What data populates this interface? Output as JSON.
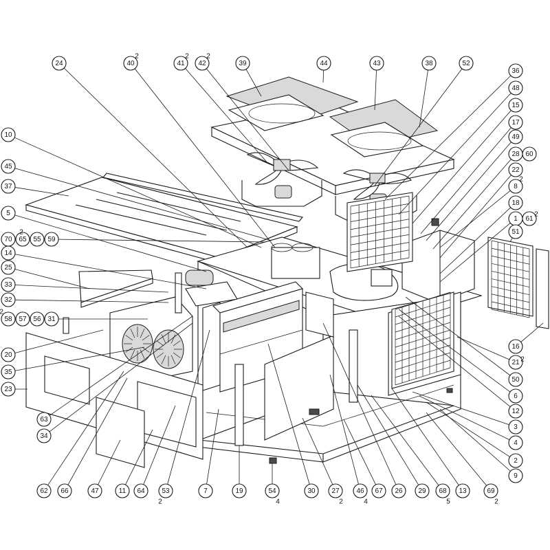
{
  "callouts": [
    {
      "id": "24"
    },
    {
      "id": "40",
      "sup": "2"
    },
    {
      "id": "41",
      "sup": "2"
    },
    {
      "id": "42",
      "sup": "2"
    },
    {
      "id": "39"
    },
    {
      "id": "44"
    },
    {
      "id": "43"
    },
    {
      "id": "38"
    },
    {
      "id": "52"
    },
    {
      "id": "36"
    },
    {
      "id": "48"
    },
    {
      "id": "15"
    },
    {
      "id": "17"
    },
    {
      "id": "49"
    },
    {
      "id": "28"
    },
    {
      "id": "60"
    },
    {
      "id": "22"
    },
    {
      "id": "8",
      "sup": "2"
    },
    {
      "id": "18"
    },
    {
      "id": "1"
    },
    {
      "id": "61",
      "sup": "2"
    },
    {
      "id": "51"
    },
    {
      "id": "10"
    },
    {
      "id": "45"
    },
    {
      "id": "37"
    },
    {
      "id": "5"
    },
    {
      "id": "70"
    },
    {
      "id": "65",
      "sup": "2"
    },
    {
      "id": "55"
    },
    {
      "id": "59"
    },
    {
      "id": "14"
    },
    {
      "id": "25"
    },
    {
      "id": "33"
    },
    {
      "id": "32"
    },
    {
      "id": "58",
      "sup": "2"
    },
    {
      "id": "57"
    },
    {
      "id": "56"
    },
    {
      "id": "31"
    },
    {
      "id": "20"
    },
    {
      "id": "35"
    },
    {
      "id": "23"
    },
    {
      "id": "63"
    },
    {
      "id": "34"
    },
    {
      "id": "16"
    },
    {
      "id": "21",
      "sup": "2"
    },
    {
      "id": "50"
    },
    {
      "id": "6"
    },
    {
      "id": "12"
    },
    {
      "id": "3"
    },
    {
      "id": "4"
    },
    {
      "id": "2"
    },
    {
      "id": "9"
    },
    {
      "id": "62"
    },
    {
      "id": "66"
    },
    {
      "id": "47"
    },
    {
      "id": "11"
    },
    {
      "id": "64"
    },
    {
      "id": "53",
      "sup": "2"
    },
    {
      "id": "7"
    },
    {
      "id": "19"
    },
    {
      "id": "54",
      "sup": "4"
    },
    {
      "id": "30"
    },
    {
      "id": "27",
      "sup": "2"
    },
    {
      "id": "46",
      "sup": "4"
    },
    {
      "id": "67"
    },
    {
      "id": "26"
    },
    {
      "id": "29"
    },
    {
      "id": "68",
      "sup": "5"
    },
    {
      "id": "13"
    },
    {
      "id": "69",
      "sup": "2"
    }
  ]
}
